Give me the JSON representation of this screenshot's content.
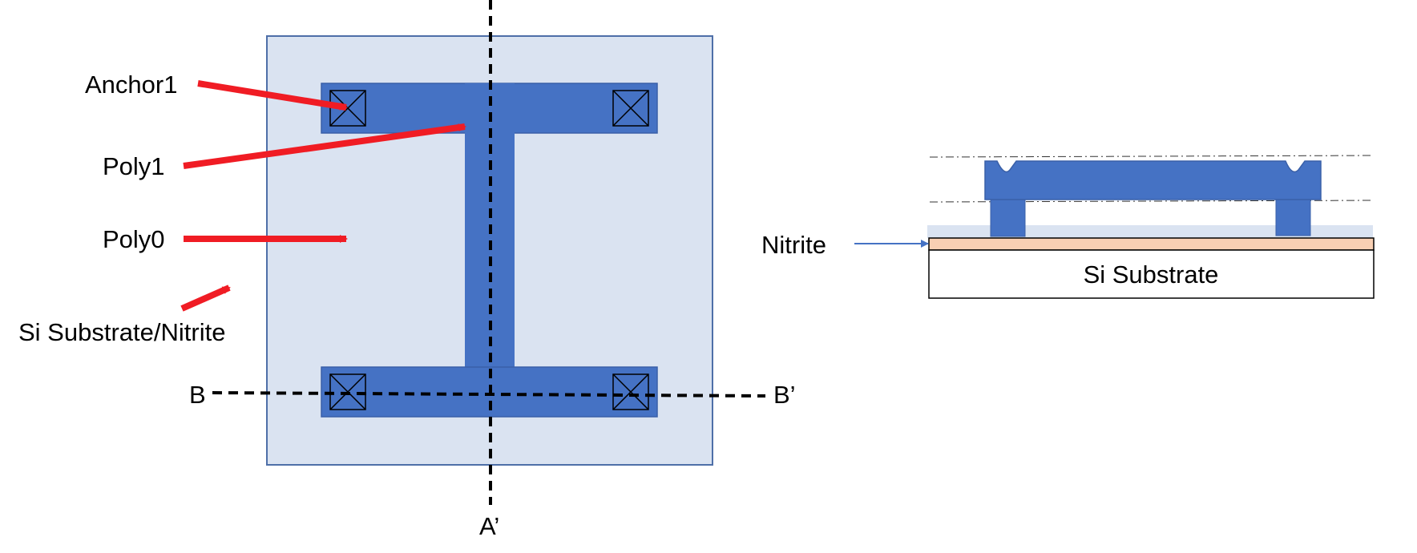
{
  "labels": {
    "anchor1": "Anchor1",
    "poly1": "Poly1",
    "poly0": "Poly0",
    "si_substrate_nitrite": "Si Substrate/Nitrite",
    "b": "B",
    "b_prime": "B’",
    "a_prime": "A’",
    "nitrite": "Nitrite",
    "si_substrate": "Si Substrate"
  },
  "colors": {
    "poly0_fill": "#dae3f1",
    "poly0_stroke": "#4e6fa8",
    "poly1_fill": "#4572c4",
    "poly1_stroke": "#3a60a8",
    "arrow_red": "#f01c24",
    "nitrite_fill": "#f8cfb3",
    "cut_line": "#000000",
    "pointer_blue": "#4572c4"
  }
}
